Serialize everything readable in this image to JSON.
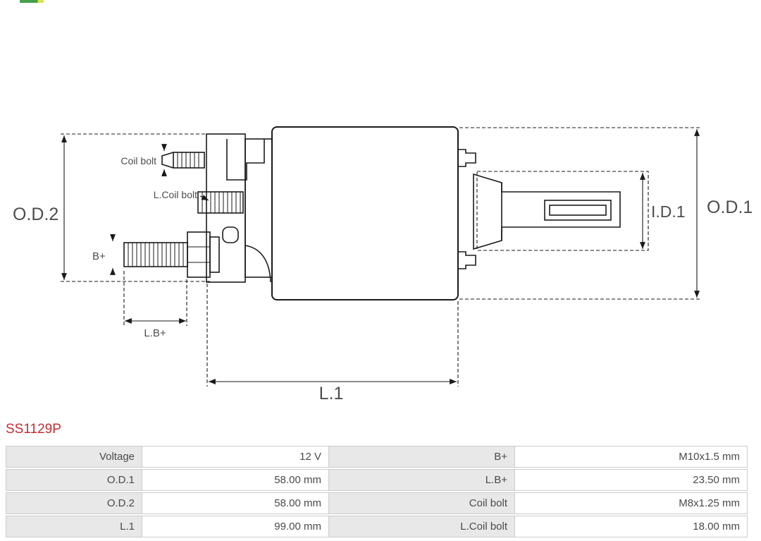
{
  "page": {
    "background": "#ffffff"
  },
  "branding": {
    "logo_fragment_color": "#44a04a"
  },
  "part_number": "SS1129P",
  "diagram": {
    "labels": {
      "od2": "O.D.2",
      "od1": "O.D.1",
      "id1": "I.D.1",
      "coil_bolt": "Coil bolt",
      "l_coil_bolt": "L.Coil bolt",
      "b_plus": "B+",
      "l_b_plus": "L.B+",
      "l1": "L.1"
    },
    "line_color": "#1a1a1a",
    "label_color": "#4d4d4d"
  },
  "colors": {
    "part_number_red": "#c12e34",
    "table_label_bg": "#e8e8e8",
    "table_border": "#cccccc",
    "table_text": "#4a4a4a"
  },
  "table": {
    "rows": [
      [
        "Voltage",
        "12 V",
        "B+",
        "M10x1.5 mm"
      ],
      [
        "O.D.1",
        "58.00 mm",
        "L.B+",
        "23.50 mm"
      ],
      [
        "O.D.2",
        "58.00 mm",
        "Coil bolt",
        "M8x1.25 mm"
      ],
      [
        "L.1",
        "99.00 mm",
        "L.Coil bolt",
        "18.00 mm"
      ]
    ]
  }
}
